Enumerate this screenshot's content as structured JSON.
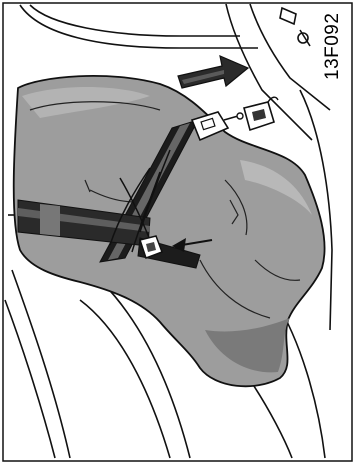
{
  "figure": {
    "code": "13F092"
  },
  "colors": {
    "seat": "#9a9a9a",
    "seat_shadow": "#6e6e6e",
    "belt_dark": "#1a1a1a",
    "belt_mid": "#555555",
    "arrow": "#222222",
    "line": "#111111"
  },
  "elements": [
    "child-restraint-seat",
    "seat-belt-webbing",
    "belt-latch-plate",
    "belt-buckle",
    "direction-arrow",
    "pointer-arrow",
    "vehicle-door-frame"
  ]
}
